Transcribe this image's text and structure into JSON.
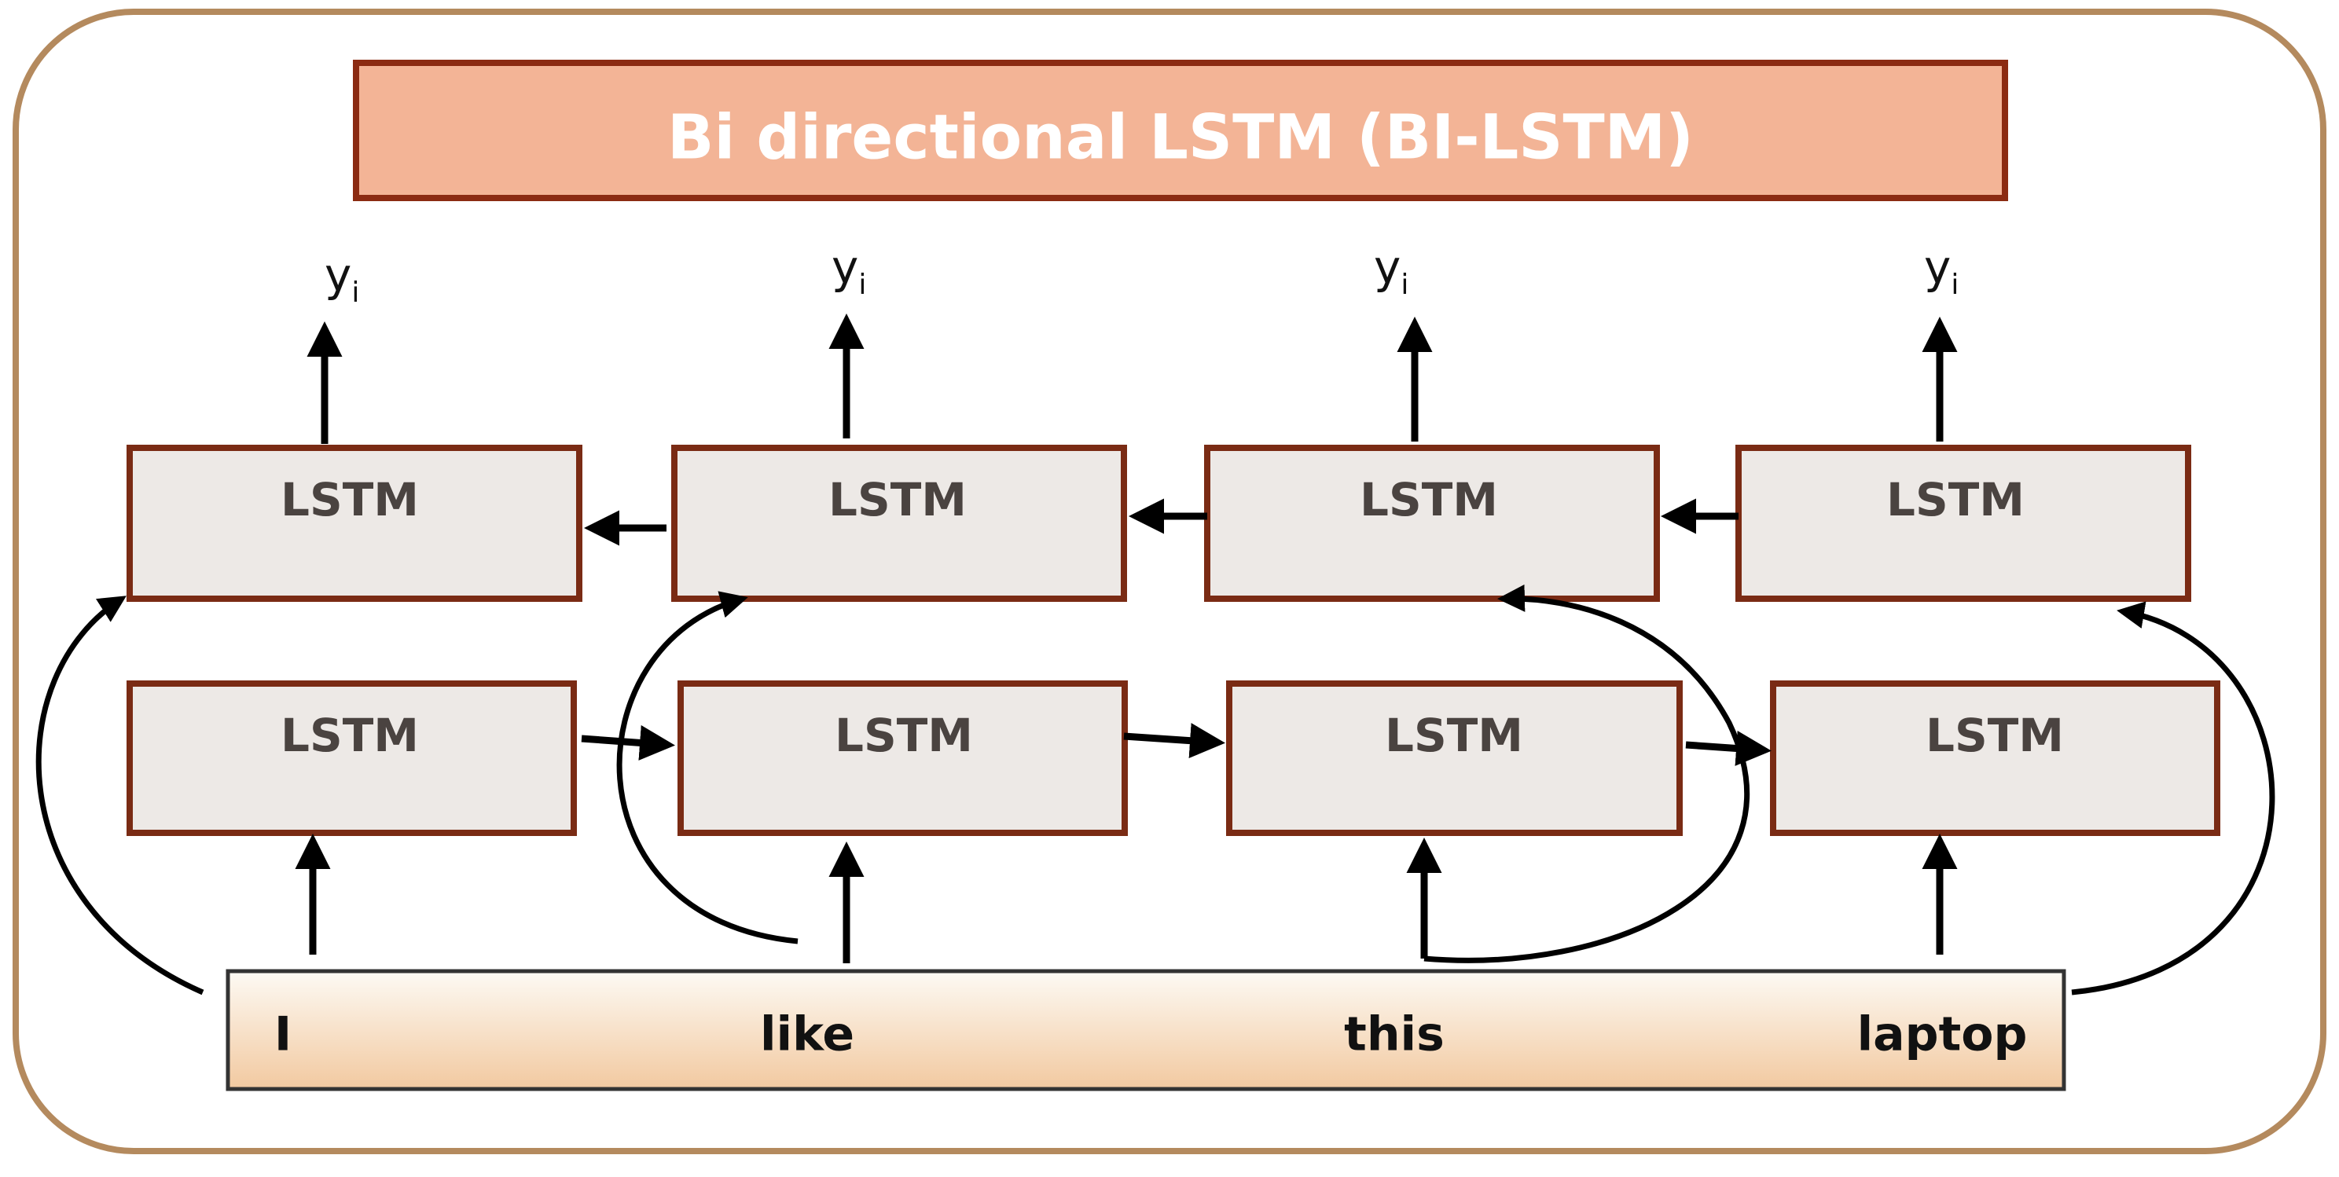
{
  "title": "Bi directional LSTM (BI-LSTM)",
  "outputs": [
    {
      "main": "y",
      "sub": "i"
    },
    {
      "main": "y",
      "sub": "i"
    },
    {
      "main": "y",
      "sub": "i"
    },
    {
      "main": "y",
      "sub": "i"
    }
  ],
  "backward_layer": [
    "LSTM",
    "LSTM",
    "LSTM",
    "LSTM"
  ],
  "forward_layer": [
    "LSTM",
    "LSTM",
    "LSTM",
    "LSTM"
  ],
  "input_words": [
    "I",
    "like",
    "this",
    "laptop"
  ],
  "colors": {
    "frame_border": "#b48a5e",
    "title_fill": "#f3b496",
    "title_border": "#8b2b12",
    "cell_fill": "#ede9e6",
    "cell_border": "#7a2b14",
    "input_gradient_top": "#fdfaf4",
    "input_gradient_bottom": "#f2c9a0",
    "arrow": "#000000"
  }
}
